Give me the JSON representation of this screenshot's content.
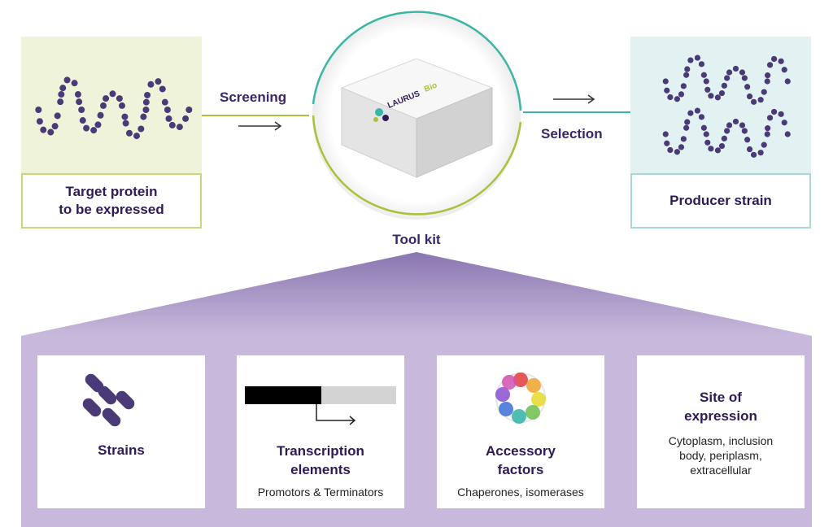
{
  "top_flow": {
    "input_label_line1": "Target protein",
    "input_label_line2": "to be expressed",
    "screening_label": "Screening",
    "selection_label": "Selection",
    "output_label": "Producer strain",
    "box_brand_main": "LAURUS",
    "box_brand_accent": "Bio"
  },
  "toolkit": {
    "title": "Tool kit",
    "cards": [
      {
        "title_line1": "Strains",
        "title_line2": "",
        "subtitle_lines": []
      },
      {
        "title_line1": "Transcription",
        "title_line2": "elements",
        "subtitle_lines": [
          "Promotors & Terminators"
        ]
      },
      {
        "title_line1": "Accessory",
        "title_line2": "factors",
        "subtitle_lines": [
          "Chaperones, isomerases"
        ]
      },
      {
        "title_line1": "Site of",
        "title_line2": "expression",
        "subtitle_lines": [
          "Cytoplasm, inclusion",
          "body, periplasm,",
          "extracellular"
        ]
      }
    ]
  },
  "colors": {
    "input_panel": "#eef3d9",
    "input_border": "#c9d77c",
    "output_panel": "#e2f1f1",
    "output_border": "#a9d6d6",
    "teal_arc": "#3ab5a8",
    "green_arc": "#a7c33a",
    "bead": "#4a3a78",
    "toolkit_base": "#c8b9dc",
    "toolkit_triangle": "#9583b8",
    "heading_text": "#2e1a57"
  },
  "icons": [
    "protein-chain-icon",
    "kit-box-icon",
    "arrow-right-icon",
    "bacteria-icon",
    "promoter-bar-icon",
    "protein-complex-icon"
  ]
}
